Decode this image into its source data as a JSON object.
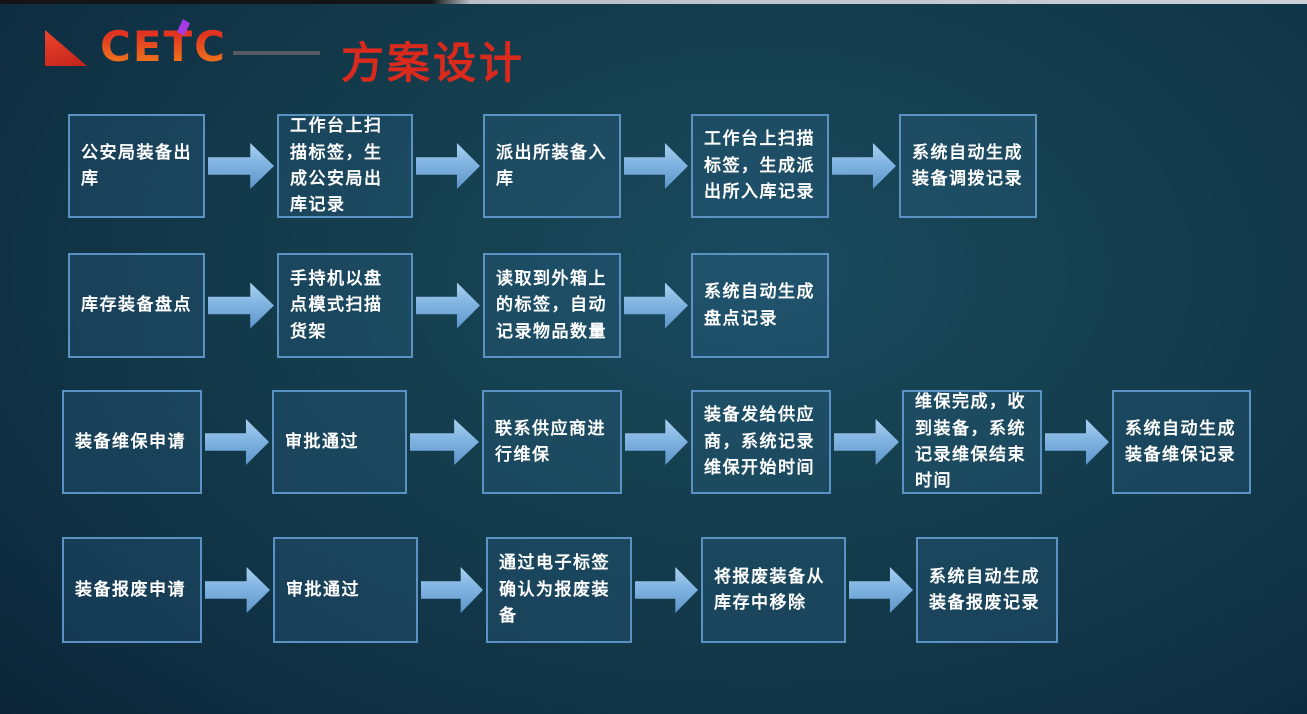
{
  "header": {
    "brand": "CETC",
    "title": "方案设计"
  },
  "colors": {
    "background": "#123749",
    "title_red": "#da291d",
    "box_border_blue": "#5a92c4",
    "arrow_blue": "#7db1e0",
    "box_text": "#ffffff"
  },
  "flows": [
    {
      "name": "equipment-dispatch-flow",
      "steps": [
        "公安局装备出库",
        "工作台上扫描标签，生成公安局出库记录",
        "派出所装备入库",
        "工作台上扫描标签，生成派出所入库记录",
        "系统自动生成装备调拨记录"
      ]
    },
    {
      "name": "inventory-check-flow",
      "steps": [
        "库存装备盘点",
        "手持机以盘点模式扫描货架",
        "读取到外箱上的标签，自动记录物品数量",
        "系统自动生成盘点记录"
      ]
    },
    {
      "name": "maintenance-flow",
      "steps": [
        "装备维保申请",
        "审批通过",
        "联系供应商进行维保",
        "装备发给供应商，系统记录维保开始时间",
        "维保完成，收到装备，系统记录维保结束时间",
        "系统自动生成装备维保记录"
      ]
    },
    {
      "name": "scrap-flow",
      "steps": [
        "装备报废申请",
        "审批通过",
        "通过电子标签确认为报废装备",
        "将报废装备从库存中移除",
        "系统自动生成装备报废记录"
      ]
    }
  ]
}
